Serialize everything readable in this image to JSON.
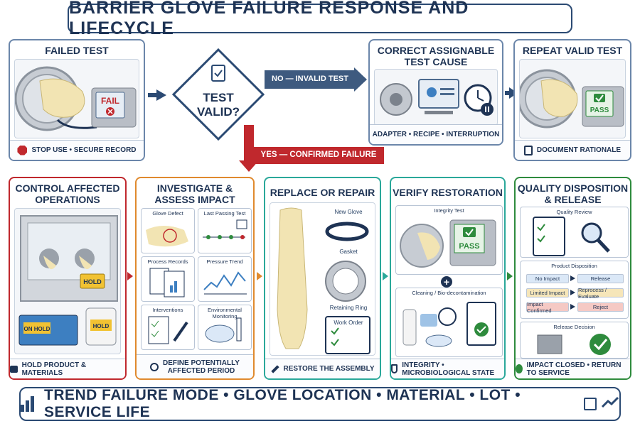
{
  "title": "BARRIER GLOVE FAILURE RESPONSE AND LIFECYCLE",
  "failed_test": {
    "title": "FAILED TEST",
    "screen_label": "FAIL",
    "caption": "STOP USE • SECURE RECORD"
  },
  "decision": {
    "line1": "TEST",
    "line2": "VALID?",
    "no_label": "NO — INVALID TEST",
    "yes_label": "YES — CONFIRMED FAILURE"
  },
  "correct_cause": {
    "title_line1": "CORRECT ASSIGNABLE",
    "title_line2": "TEST CAUSE",
    "caption": "ADAPTER • RECIPE • INTERRUPTION"
  },
  "repeat_test": {
    "title": "REPEAT VALID TEST",
    "screen_label": "PASS",
    "caption": "DOCUMENT RATIONALE"
  },
  "control": {
    "title_line1": "CONTROL AFFECTED",
    "title_line2": "OPERATIONS",
    "tag_hold": "HOLD",
    "bin_label": "ON HOLD",
    "drum_label": "HOLD",
    "caption": "HOLD PRODUCT & MATERIALS"
  },
  "investigate": {
    "title_line1": "INVESTIGATE &",
    "title_line2": "ASSESS IMPACT",
    "cells": [
      "Glove Defect",
      "Last Passing Test",
      "Process Records",
      "Pressure Trend",
      "Interventions",
      "Environmental Monitoring"
    ],
    "caption_line1": "DEFINE POTENTIALLY",
    "caption_line2": "AFFECTED PERIOD"
  },
  "replace": {
    "title": "REPLACE OR REPAIR",
    "new_glove": "New Glove",
    "gasket": "Gasket",
    "retaining_ring": "Retaining Ring",
    "work_order": "Work Order",
    "caption": "RESTORE THE ASSEMBLY"
  },
  "verify": {
    "title": "VERIFY RESTORATION",
    "integrity_test": "Integrity Test",
    "screen_label": "PASS",
    "cleaning": "Cleaning / Bio-decontamination",
    "caption": "INTEGRITY • MICROBIOLOGICAL STATE"
  },
  "quality": {
    "title_line1": "QUALITY DISPOSITION",
    "title_line2": "& RELEASE",
    "review_label": "Quality Review",
    "disposition_label": "Product Disposition",
    "rows": [
      {
        "left": "No Impact",
        "right": "Release",
        "color": "#dbe8f7"
      },
      {
        "left": "Limited Impact",
        "right": "Reprocess / Evaluate",
        "color": "#f6e6b9"
      },
      {
        "left": "Impact Confirmed",
        "right": "Reject",
        "color": "#f5c9c4"
      }
    ],
    "release_label": "Release Decision",
    "caption": "IMPACT CLOSED • RETURN TO SERVICE"
  },
  "bottom_bar": {
    "text": "TREND FAILURE MODE • GLOVE LOCATION • MATERIAL • LOT • SERVICE LIFE"
  },
  "colors": {
    "navy": "#1e3354",
    "red": "#c0282d",
    "green": "#2e8b3d",
    "orange": "#e08a2e",
    "teal": "#2aa89a",
    "blue": "#3d7fc1"
  }
}
